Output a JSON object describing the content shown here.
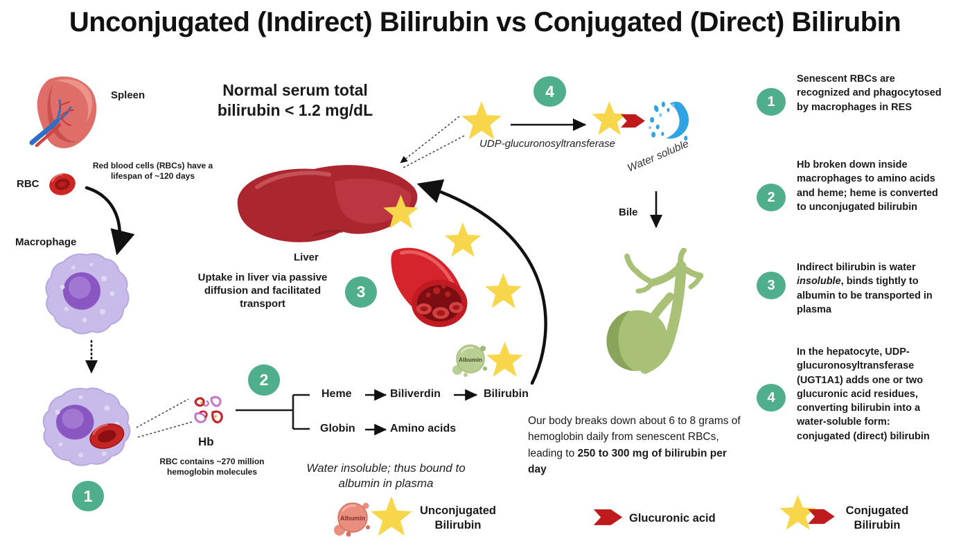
{
  "title": "Unconjugated (Indirect) Bilirubin vs Conjugated (Direct) Bilirubin",
  "left": {
    "spleen_label": "Spleen",
    "rbc_label": "RBC",
    "rbc_note": "Red blood cells (RBCs) have a lifespan of ~120 days",
    "macrophage_label": "Macrophage",
    "badge1": "1",
    "hb_label": "Hb",
    "hb_note": "RBC contains ~270 million hemoglobin molecules"
  },
  "center": {
    "serum_note": "Normal serum total bilirubin < 1.2 mg/dL",
    "liver_label": "Liver",
    "uptake_note": "Uptake in liver via passive diffusion and facilitated transport",
    "badge2": "2",
    "badge3": "3",
    "badge4": "4",
    "heme": "Heme",
    "biliverdin": "Biliverdin",
    "bilirubin": "Bilirubin",
    "globin": "Globin",
    "amino_acids": "Amino acids",
    "breakdown_text": "Our body breaks down about 6 to 8 grams of hemoglobin daily from senescent RBCs, leading to ",
    "breakdown_bold": "250 to 300 mg of bilirubin per day",
    "water_insoluble_note": "Water insoluble; thus bound to albumin in plasma",
    "udp_enzyme": "UDP-glucuronosyltransferase",
    "water_soluble": "Water soluble",
    "bile_label": "Bile",
    "albumin_label": "Albumin"
  },
  "steps": [
    {
      "num": "1",
      "text": "Senescent RBCs are recognized and phagocytosed by macrophages in RES"
    },
    {
      "num": "2",
      "text": "Hb broken down inside macrophages to amino acids and heme; heme is converted to unconjugated bilirubin"
    },
    {
      "num": "3",
      "text_pre": "Indirect bilirubin is water ",
      "text_italic": "insoluble",
      "text_post": ", binds tightly to albumin to be transported in plasma"
    },
    {
      "num": "4",
      "text": "In the hepatocyte, UDP-glucuronosyltransferase (UGT1A1) adds one or two glucuronic acid residues, converting bilirubin into a water-soluble form: conjugated (direct) bilirubin"
    }
  ],
  "legend": {
    "albumin_label": "Albumin",
    "unconjugated": "Unconjugated Bilirubin",
    "glucuronic": "Glucuronic acid",
    "conjugated": "Conjugated Bilirubin"
  },
  "colors": {
    "badge_green": "#4fae8c",
    "star_yellow": "#f8d64b",
    "chevron_red": "#bf1a1c",
    "liver_red": "#ac2630",
    "bile_green": "#a9c077",
    "water_blue": "#2fa3e4",
    "macrophage_purple": "#c9bbe9",
    "albumin_green": "#b9ce92",
    "albumin_salmon": "#e98d7e"
  }
}
